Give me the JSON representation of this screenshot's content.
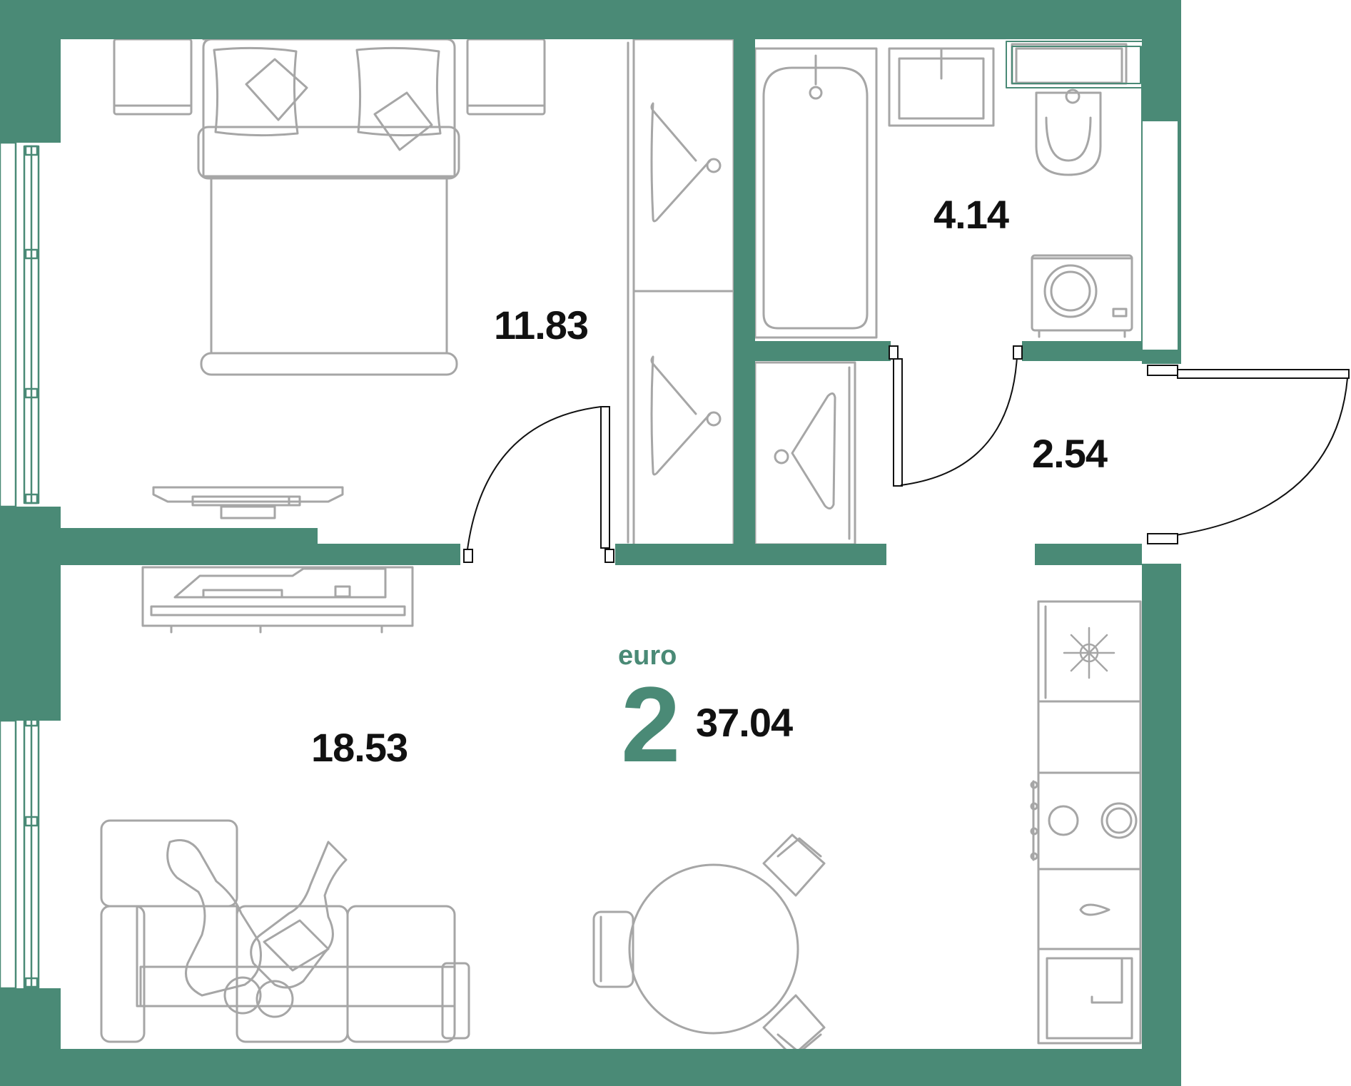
{
  "colors": {
    "wall": "#4a8a76",
    "furniture": "#a6a6a6",
    "window": "#4a8a76",
    "text": "#111111",
    "accent": "#4a8a76"
  },
  "plan": {
    "type_label": "euro",
    "rooms_count": "2",
    "total_area": "37.04",
    "rooms": [
      {
        "id": "bedroom",
        "area": "11.83"
      },
      {
        "id": "bathroom",
        "area": "4.14"
      },
      {
        "id": "hallway",
        "area": "2.54"
      },
      {
        "id": "living-kitchen",
        "area": "18.53"
      }
    ]
  },
  "icons": [
    "bed-icon",
    "pillow-icon",
    "nightstand-icon",
    "wardrobe-icon",
    "hanger-icon",
    "bathtub-icon",
    "sink-icon",
    "toilet-icon",
    "washing-machine-icon",
    "tv-stand-icon",
    "sofa-icon",
    "people-icon",
    "dining-table-icon",
    "chair-icon",
    "fridge-icon",
    "snowflake-icon",
    "stove-icon",
    "kitchen-sink-icon",
    "oven-icon",
    "door-icon",
    "window-icon"
  ]
}
